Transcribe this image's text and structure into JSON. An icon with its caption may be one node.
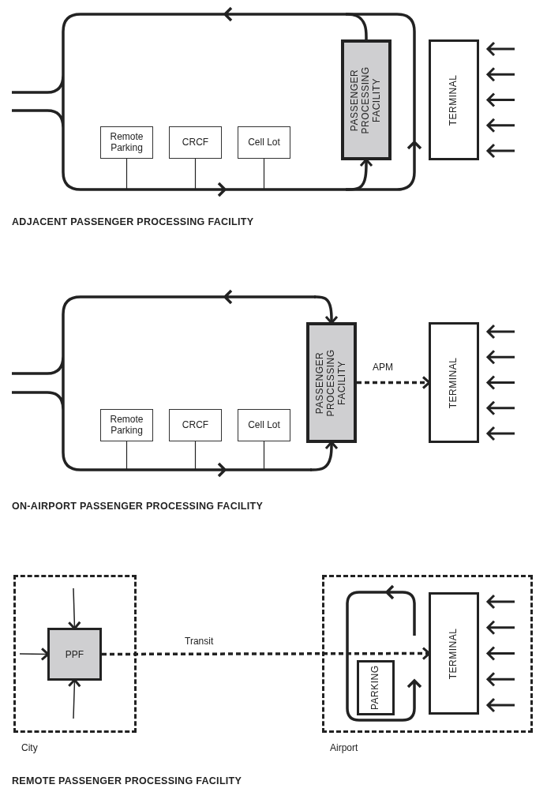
{
  "diagram": {
    "nodes": [
      {
        "text": [
          "Remote Parking"
        ]
      },
      {
        "text": [
          "CRCF"
        ]
      },
      {
        "text": [
          "Cell Lot"
        ]
      },
      {
        "text": [
          "PASSENGER PROCESSING FACILITY"
        ]
      },
      {
        "text": [
          "TERMINAL"
        ]
      },
      {
        "text": [
          "Remote Parking"
        ]
      },
      {
        "text": [
          "CRCF"
        ]
      },
      {
        "text": [
          "Cell Lot"
        ]
      },
      {
        "text": [
          "PASSENGER PROCESSING FACILITY"
        ]
      },
      {
        "text": [
          "TERMINAL"
        ]
      },
      {
        "text": [
          "City"
        ]
      },
      {
        "text": [
          "PPF"
        ],
        "in": 10
      },
      {
        "text": [
          "Airport"
        ]
      },
      {
        "text": [
          "PARKING"
        ],
        "in": 12
      },
      {
        "text": [
          "TERMINAL"
        ],
        "in": 12
      }
    ],
    "edges": [
      {
        "from": 0,
        "to": null,
        "arrow": "none"
      },
      {
        "from": 1,
        "to": null,
        "arrow": "none"
      },
      {
        "from": 2,
        "to": null,
        "arrow": "none"
      },
      {
        "from": 3,
        "to": null,
        "arrow": "none",
        "style": "thick"
      },
      {
        "from": null,
        "to": 3,
        "arrow": "to",
        "style": "thick"
      },
      {
        "from": 5,
        "to": null,
        "arrow": "none"
      },
      {
        "from": 6,
        "to": null,
        "arrow": "none"
      },
      {
        "from": 7,
        "to": null,
        "arrow": "none"
      },
      {
        "from": null,
        "to": 8,
        "arrow": "to",
        "style": "thick"
      },
      {
        "from": null,
        "to": 8,
        "arrow": "to",
        "style": "thick"
      },
      {
        "from": 8,
        "to": 9,
        "arrow": "to",
        "label": "APM",
        "style": "dashed"
      },
      {
        "from": null,
        "to": 11,
        "arrow": "to"
      },
      {
        "from": null,
        "to": 11,
        "arrow": "to"
      },
      {
        "from": null,
        "to": 11,
        "arrow": "to"
      },
      {
        "from": 11,
        "to": 14,
        "arrow": "to",
        "label": "Transit",
        "style": "dashed"
      }
    ],
    "labels": [
      "ADJACENT PASSENGER PROCESSING FACILITY",
      "ON-AIRPORT PASSENGER PROCESSING FACILITY",
      "REMOTE PASSENGER PROCESSING FACILITY"
    ]
  }
}
